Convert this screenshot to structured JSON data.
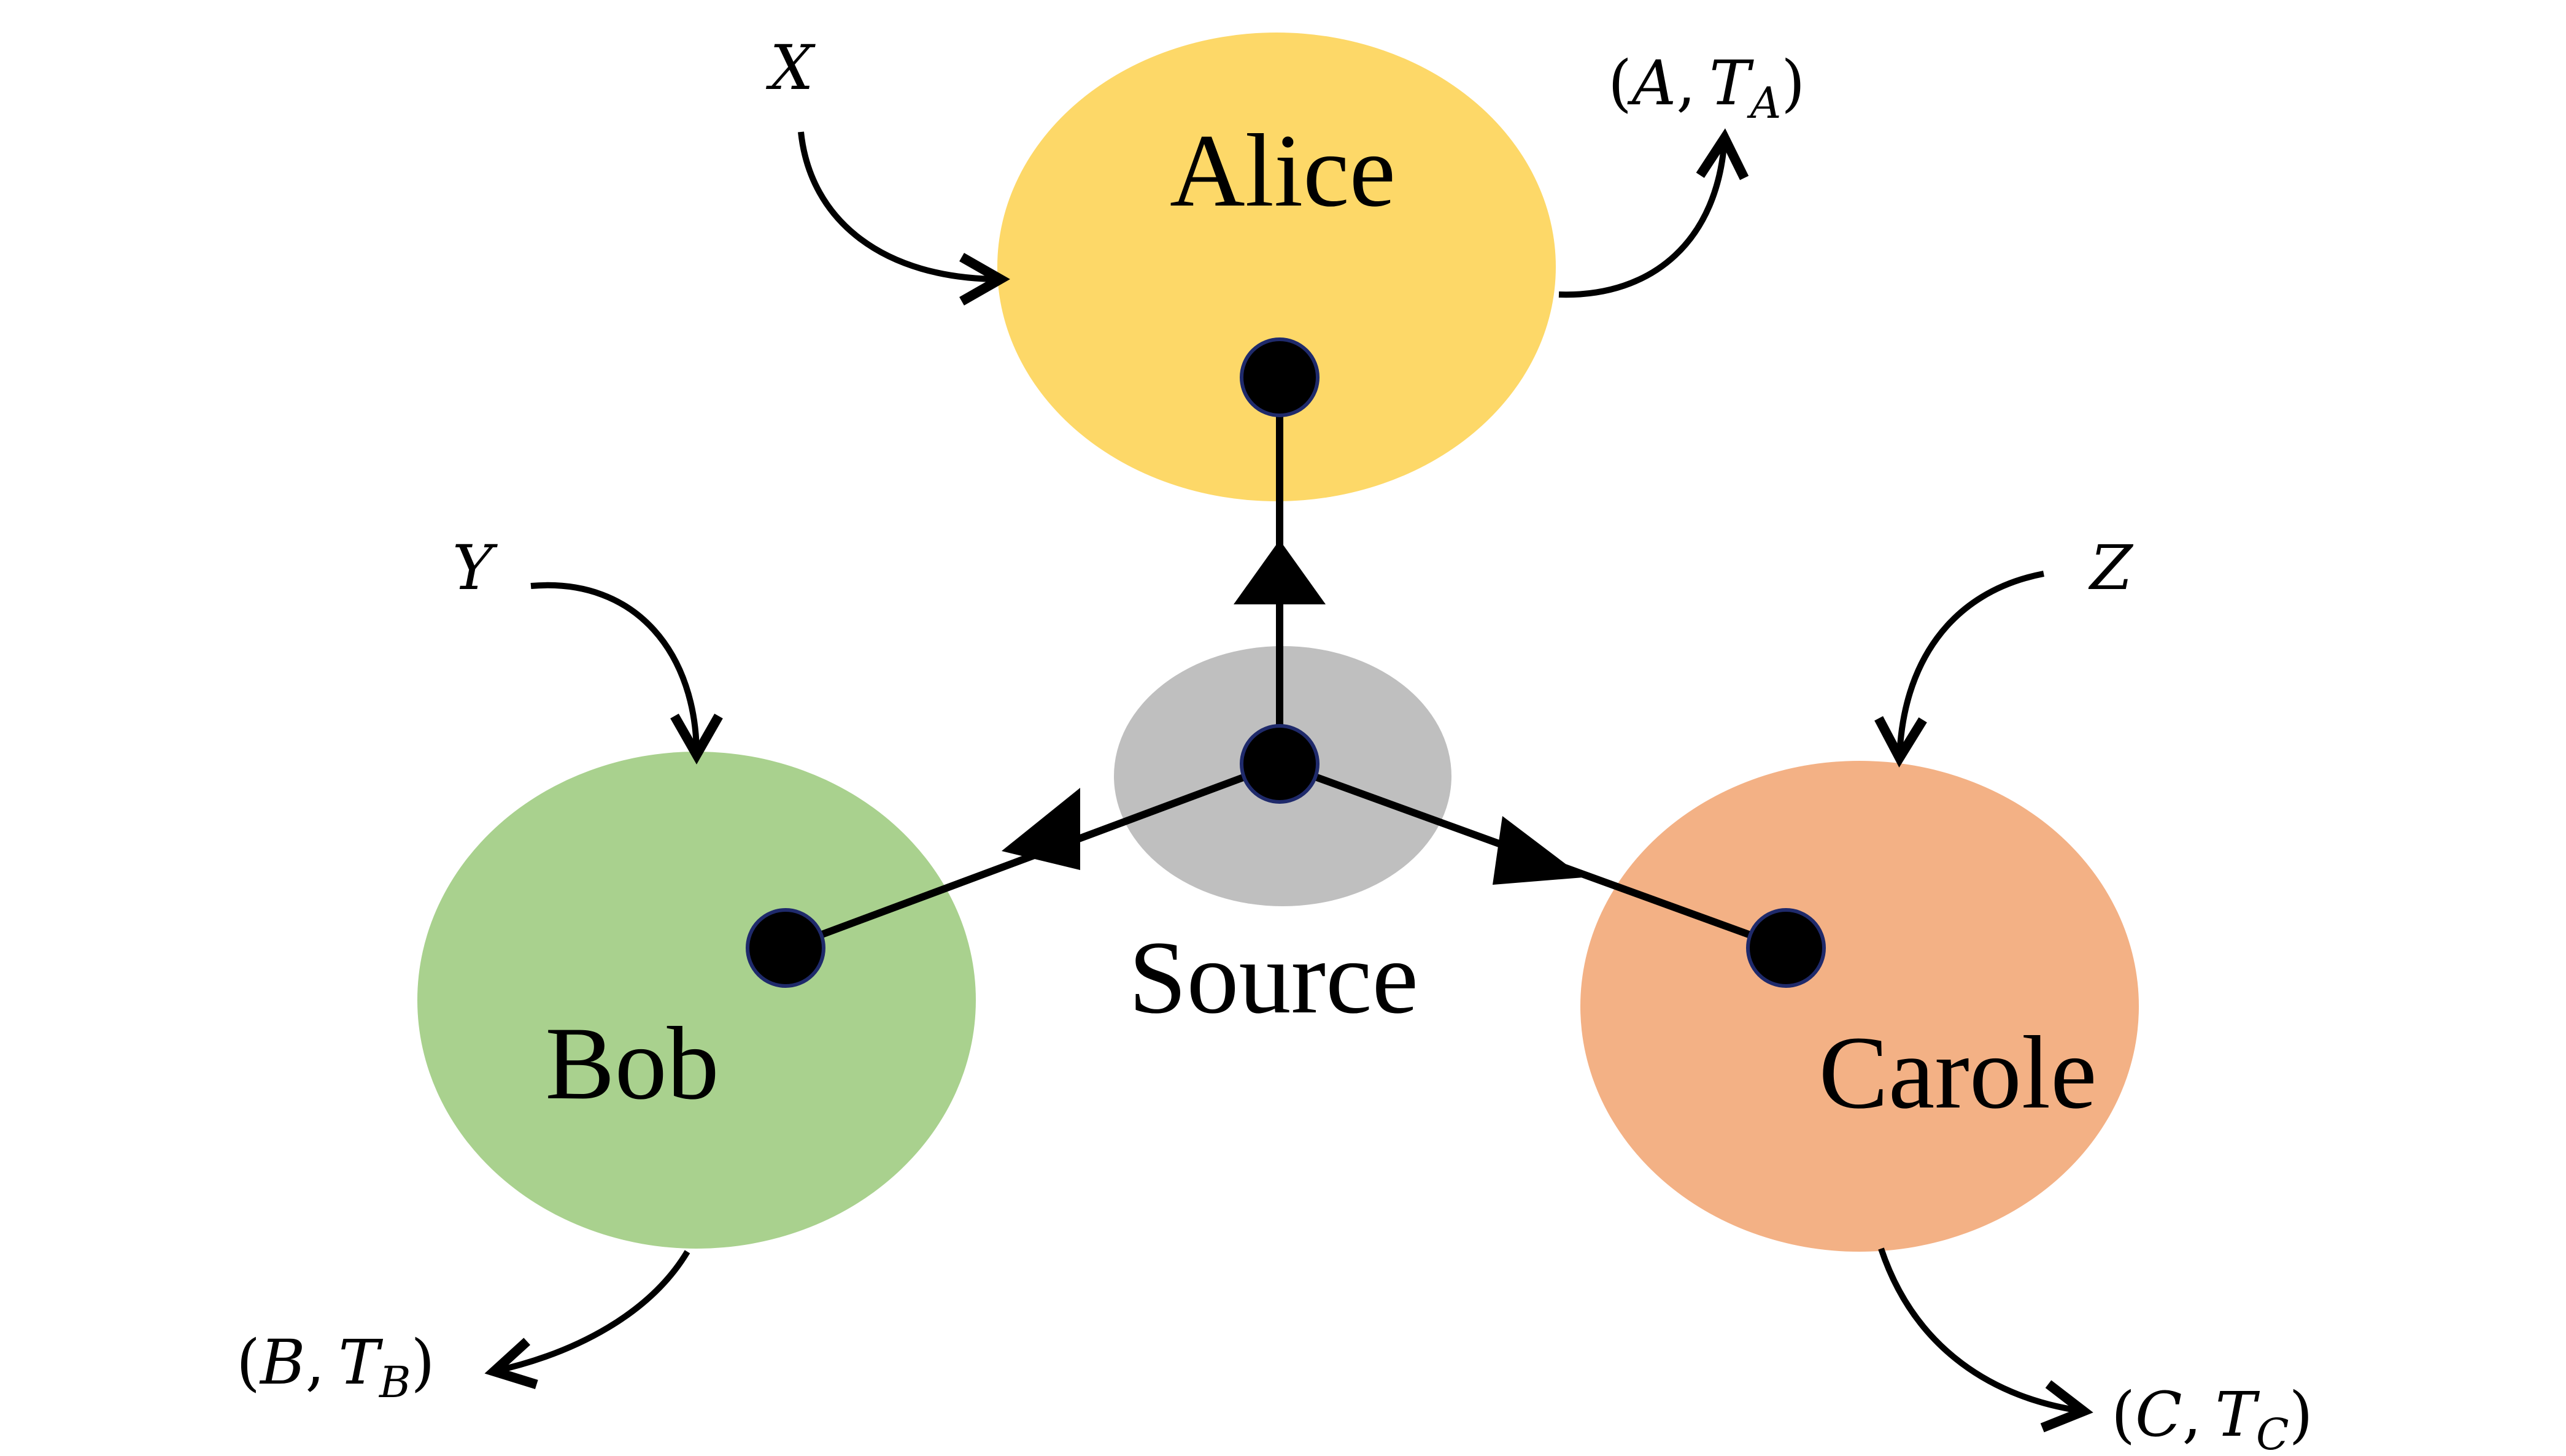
{
  "parties": {
    "alice": {
      "label": "Alice",
      "color": "#FDD868"
    },
    "bob": {
      "label": "Bob",
      "color": "#A9D18E"
    },
    "carole": {
      "label": "Carole",
      "color": "#F3B185"
    },
    "source": {
      "label": "Source",
      "color": "#BFBFBF"
    }
  },
  "inputs": {
    "x": "X",
    "y": "Y",
    "z": "Z"
  },
  "outputs": {
    "alice": {
      "open": "(",
      "var": "A",
      "sep": ",",
      "t": "T",
      "sub": "A",
      "close": ")"
    },
    "bob": {
      "open": "(",
      "var": "B",
      "sep": ",",
      "t": "T",
      "sub": "B",
      "close": ")"
    },
    "carole": {
      "open": "(",
      "var": "C",
      "sep": ",",
      "t": "T",
      "sub": "C",
      "close": ")"
    }
  }
}
